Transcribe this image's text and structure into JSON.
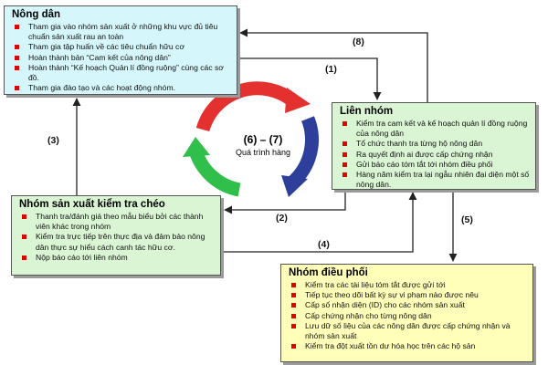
{
  "farmer": {
    "title": "Nông dân",
    "items": [
      "Tham gia vào nhóm sản xuất ở những khu vực đủ tiêu chuẩn sản xuất rau an toàn",
      "Tham gia tập huấn về các tiêu chuẩn hữu cơ",
      "Hoàn thành bản “Cam kết của nông dân”",
      "Hoàn thành “Kế hoạch Quản lí đồng ruộng” cùng các sơ đồ.",
      "Tham gia đào tạo và các hoạt động nhóm."
    ]
  },
  "group": {
    "title": "Liên nhóm",
    "items": [
      "Kiểm tra cam kết và kế hoạch quản lí đồng ruộng của nông dân",
      "Tổ chức thanh tra từng hộ nông dân",
      "Ra quyết định ai được cấp chứng nhận",
      "Gửi báo cáo tóm tắt tới nhóm điều phối",
      "Hàng năm kiểm tra lại ngẫu nhiên đại diện một số nông dân."
    ]
  },
  "cross": {
    "title": "Nhóm sản xuất kiểm tra chéo",
    "items": [
      "Thanh tra/đánh giá theo mẫu biểu bởi các thành viên khác trong nhóm",
      "Kiểm tra trực tiếp trên thực địa và đảm bảo nông dân thực sự hiểu cách canh tác hữu cơ.",
      "Nộp báo cáo tới  liên nhóm"
    ]
  },
  "coord": {
    "title": "Nhóm điều phối",
    "items": [
      "Kiểm tra các tài liệu tóm tắt được gửi tới",
      "Tiếp tục theo dõi bất kỳ sự vi phạm nào được nêu",
      "Cấp số nhận diện (ID) cho các nhóm sản xuất",
      "Cấp chứng nhận cho từng nông dân",
      "Lưu dữ số liệu của các nông dân được cấp chứng nhận và nhóm sản xuất",
      "Kiểm tra đột xuất tồn dư hóa học trên các hộ sản"
    ]
  },
  "labels": {
    "l1": "(1)",
    "l2": "(2)",
    "l3": "(3)",
    "l4": "(4)",
    "l5": "(5)",
    "l8": "(8)"
  },
  "cycle": {
    "number": "(6) – (7)",
    "name": "Quá trình hàng"
  },
  "colors": {
    "farmer_bg": "#d5f7fb",
    "group_bg": "#d9f5d3",
    "cross_bg": "#d9f5d3",
    "coord_bg": "#ffffb9",
    "bullet": "#e00000",
    "cycle_red": "#e53030",
    "cycle_blue": "#2d3f9a",
    "cycle_green": "#2fbf4a"
  }
}
